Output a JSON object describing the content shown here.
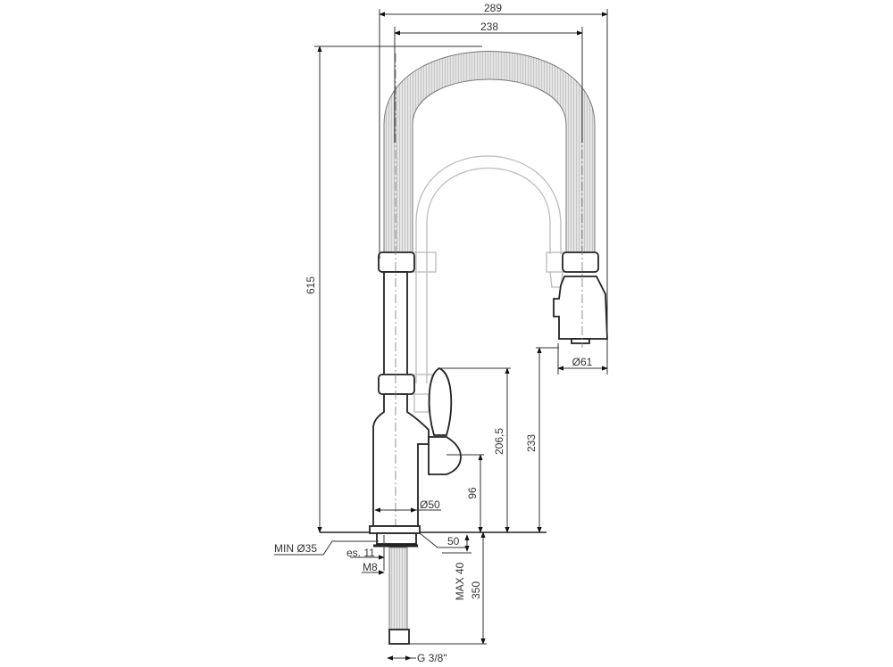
{
  "title": "Pull-out kitchen faucet technical drawing",
  "dimensions": {
    "overall_width": "289",
    "hose_span": "238",
    "overall_height": "615",
    "spray_diameter": "Ø61",
    "handle_height": "206,5",
    "spray_height": "233",
    "lever_axis_height": "96",
    "body_diameter": "Ø50",
    "min_hole": "MIN Ø35",
    "base_offset": "50",
    "washer": "es. 11",
    "stud": "M8",
    "max_counter": "MAX 40",
    "hose_length": "350",
    "connection": "G 3/8\""
  },
  "colors": {
    "line": "#222222",
    "ghost": "#bbbbbb"
  }
}
